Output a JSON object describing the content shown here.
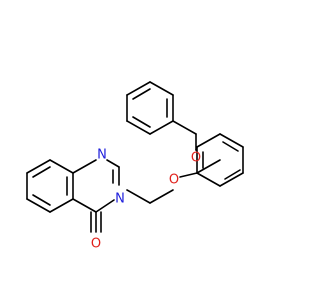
{
  "molecule": {
    "atoms": [
      {
        "id": "N1",
        "label": "N",
        "color": "#1f1fdc"
      },
      {
        "id": "N3",
        "label": "N",
        "color": "#1f1fdc"
      },
      {
        "id": "O_carbonyl",
        "label": "O",
        "color": "#e0201b"
      },
      {
        "id": "O_ether_top",
        "label": "O",
        "color": "#e0201b"
      },
      {
        "id": "O_ether_bottom",
        "label": "O",
        "color": "#e0201b"
      }
    ],
    "colors": {
      "bond": "#000000",
      "nitrogen": "#1f1fdc",
      "oxygen": "#e0201b"
    }
  }
}
